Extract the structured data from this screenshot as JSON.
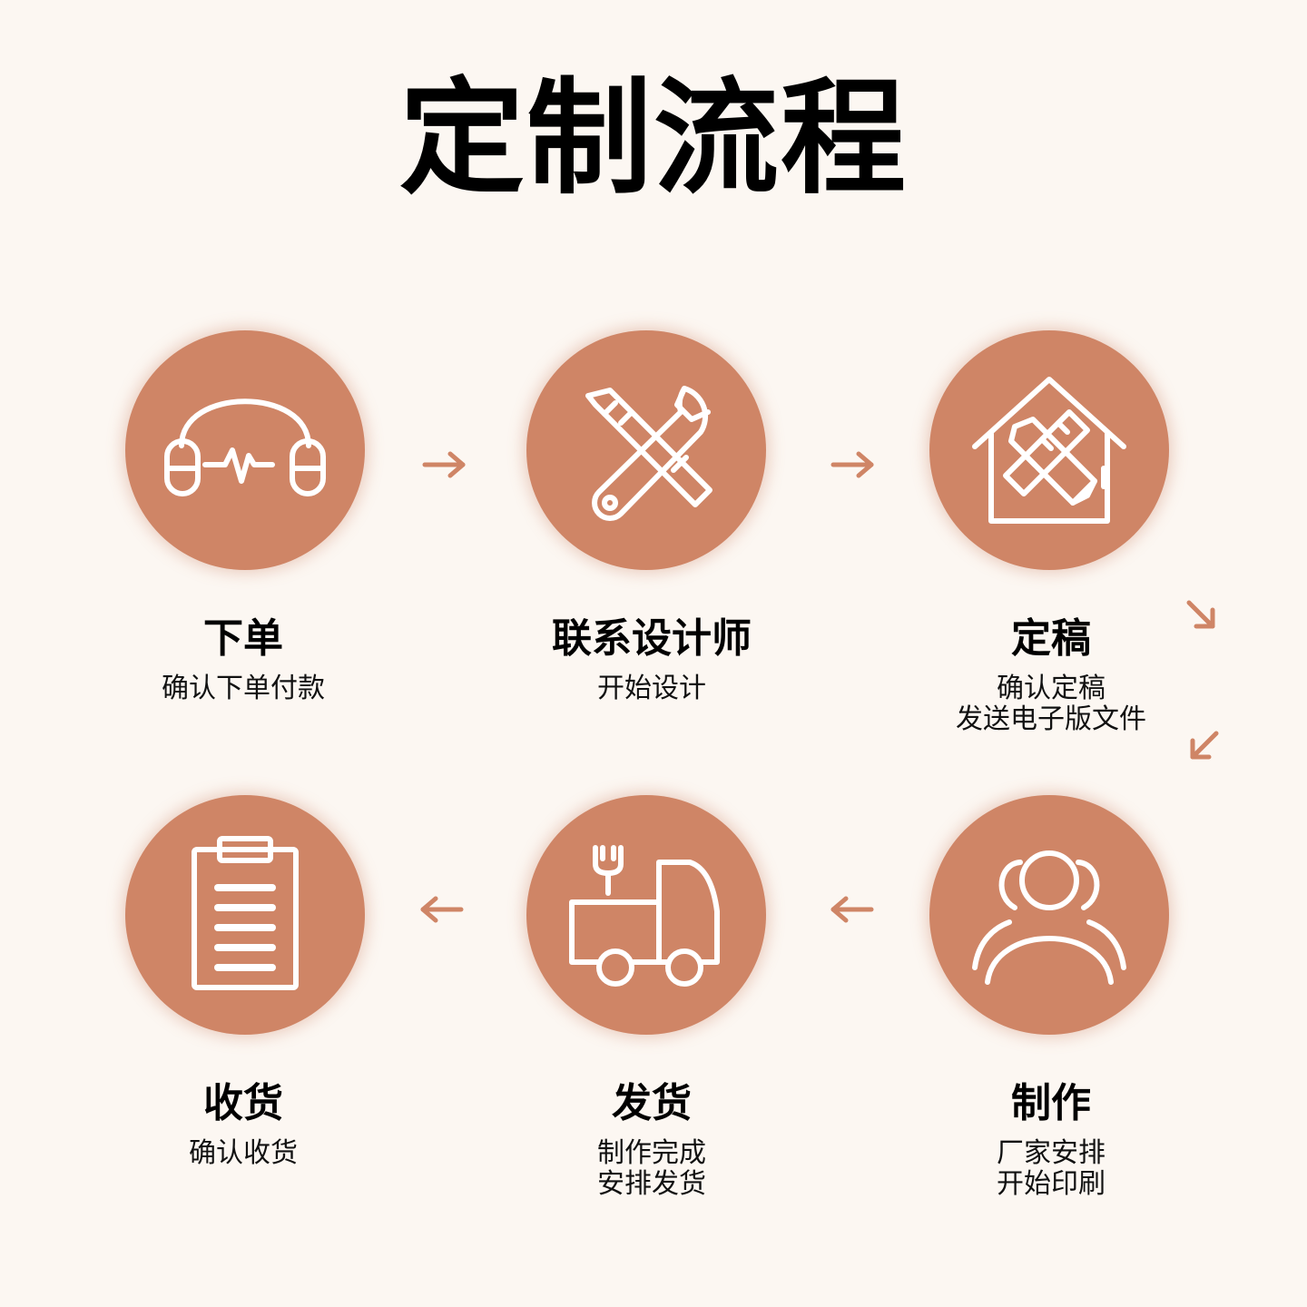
{
  "title": "定制流程",
  "steps": [
    {
      "label": "下单",
      "desc": "确认下单付款",
      "icon": "headset-icon"
    },
    {
      "label": "联系设计师",
      "desc": "开始设计",
      "icon": "tools-icon"
    },
    {
      "label": "定稿",
      "desc": "确认定稿\n发送电子版文件",
      "icon": "house-design-icon"
    },
    {
      "label": "收货",
      "desc": "确认收货",
      "icon": "clipboard-icon"
    },
    {
      "label": "发货",
      "desc": "制作完成\n安排发货",
      "icon": "truck-icon"
    },
    {
      "label": "制作",
      "desc": "厂家安排\n开始印刷",
      "icon": "people-icon"
    }
  ],
  "colors": {
    "background": "#fcf7f2",
    "circle": "#cf8566",
    "arrow": "#cf8566",
    "icon_stroke": "#ffffff",
    "text": "#111111"
  }
}
